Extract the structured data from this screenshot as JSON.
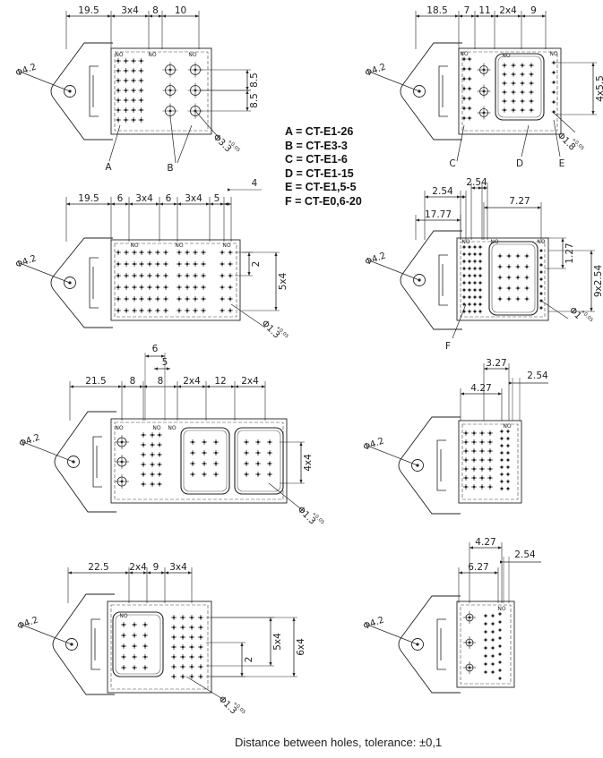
{
  "legend": [
    "A = CT-E1-26",
    "B = CT-E3-3",
    "C = CT-E1-6",
    "D = CT-E1-15",
    "E = CT-E1,5-5",
    "F = CT-E0,6-20"
  ],
  "footer": "Distance between holes, tolerance: ±0,1",
  "insert_mark": "NO",
  "views": {
    "v1": {
      "dims_top": [
        "19.5",
        "3x4",
        "8",
        "10"
      ],
      "dims_right": [
        "8.5",
        "8.5"
      ],
      "dia_mount": "Φ4.2",
      "dia_hole": "Φ3.3",
      "dia_tol": "+0.05",
      "callouts": [
        "A",
        "B"
      ]
    },
    "v2": {
      "dims_top": [
        "18.5",
        "7",
        "11",
        "2x4",
        "9"
      ],
      "dims_right": [
        "4x5.5"
      ],
      "dia_mount": "Φ4.2",
      "dia_hole": "Φ1.8",
      "dia_tol": "+0.05",
      "callouts": [
        "C",
        "D",
        "E"
      ]
    },
    "v3": {
      "dims_top": [
        "19.5",
        "6",
        "3x4",
        "6",
        "3x4",
        "5",
        "4"
      ],
      "dims_right": [
        "2",
        "5x4"
      ],
      "dia_mount": "Φ4.2",
      "dia_hole": "Φ1.3",
      "dia_tol": "+0.05"
    },
    "v4": {
      "dims_top": [
        "2.54",
        "2.54",
        "17.77",
        "7.27"
      ],
      "dims_right": [
        "1.27",
        "9x2.54"
      ],
      "dia_mount": "Φ4.2",
      "dia_hole": "Φ1",
      "dia_tol": "+0.05",
      "callouts": [
        "F"
      ]
    },
    "v5": {
      "dims_top": [
        "6",
        "5",
        "21.5",
        "8",
        "8",
        "2x4",
        "12",
        "2x4"
      ],
      "dims_right": [
        "4x4"
      ],
      "dia_mount": "Φ4.2",
      "dia_hole": "Φ1.3",
      "dia_tol": "+0.05"
    },
    "v6": {
      "dims_top": [
        "3.27",
        "4.27",
        "2.54"
      ],
      "dia_mount": "Φ4.2"
    },
    "v7": {
      "dims_top": [
        "22.5",
        "2x4",
        "9",
        "3x4"
      ],
      "dims_right": [
        "5x4",
        "6x4",
        "2"
      ],
      "dia_mount": "Φ4.2",
      "dia_hole": "Φ1.3",
      "dia_tol": "+0.05"
    },
    "v8": {
      "dims_top": [
        "4.27",
        "6.27",
        "2.54"
      ],
      "dia_mount": "Φ4.2"
    }
  }
}
